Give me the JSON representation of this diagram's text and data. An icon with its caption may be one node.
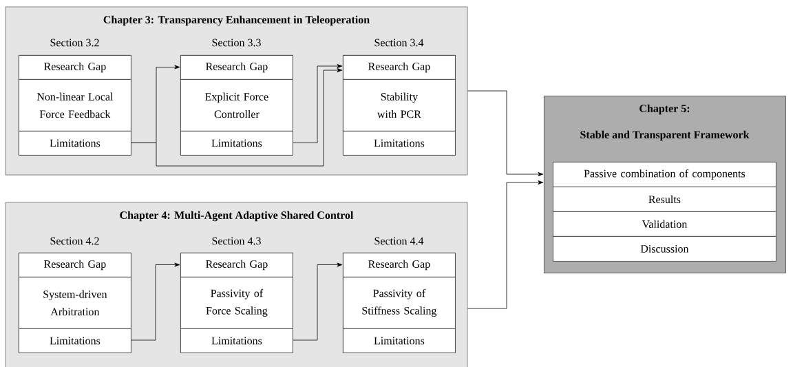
{
  "diagram": {
    "nodes": [
      {
        "text": [
          "Chapter 3: Transparency Enhancement in Teleoperation"
        ]
      },
      {
        "text": [
          "Section 3.2"
        ],
        "in": 0
      },
      {
        "text": [
          "Research Gap"
        ],
        "in": 1
      },
      {
        "text": [
          "Non-linear Local Force Feedback"
        ],
        "in": 1
      },
      {
        "text": [
          "Limitations"
        ],
        "in": 1
      },
      {
        "text": [
          "Section 3.3"
        ],
        "in": 0
      },
      {
        "text": [
          "Research Gap"
        ],
        "in": 5
      },
      {
        "text": [
          "Explicit Force Controller"
        ],
        "in": 5
      },
      {
        "text": [
          "Limitations"
        ],
        "in": 5
      },
      {
        "text": [
          "Section 3.4"
        ],
        "in": 0
      },
      {
        "text": [
          "Research Gap"
        ],
        "in": 9
      },
      {
        "text": [
          "Stability with PCR"
        ],
        "in": 9
      },
      {
        "text": [
          "Limitations"
        ],
        "in": 9
      },
      {
        "text": [
          "Chapter 4: Multi-Agent Adaptive Shared Control"
        ]
      },
      {
        "text": [
          "Section 4.2"
        ],
        "in": 13
      },
      {
        "text": [
          "Research Gap"
        ],
        "in": 14
      },
      {
        "text": [
          "System-driven Arbitration"
        ],
        "in": 14
      },
      {
        "text": [
          "Limitations"
        ],
        "in": 14
      },
      {
        "text": [
          "Section 4.3"
        ],
        "in": 13
      },
      {
        "text": [
          "Research Gap"
        ],
        "in": 18
      },
      {
        "text": [
          "Passivity of Force Scaling"
        ],
        "in": 18
      },
      {
        "text": [
          "Limitations"
        ],
        "in": 18
      },
      {
        "text": [
          "Section 4.4"
        ],
        "in": 13
      },
      {
        "text": [
          "Research Gap"
        ],
        "in": 22
      },
      {
        "text": [
          "Passivity of Stiffness Scaling"
        ],
        "in": 22
      },
      {
        "text": [
          "Limitations"
        ],
        "in": 22
      },
      {
        "text": [
          "Chapter 5:",
          "Stable and Transparent Framework"
        ]
      },
      {
        "text": [
          "Passive combination of components"
        ],
        "in": 26
      },
      {
        "text": [
          "Results"
        ],
        "in": 26
      },
      {
        "text": [
          "Validation"
        ],
        "in": 26
      },
      {
        "text": [
          "Discussion"
        ],
        "in": 26
      }
    ],
    "edges": [
      {
        "from": 4,
        "to": 6,
        "arrow": "to"
      },
      {
        "from": 4,
        "to": 10,
        "arrow": "to"
      },
      {
        "from": 8,
        "to": 10,
        "arrow": "to"
      },
      {
        "from": 0,
        "to": 26,
        "arrow": "to"
      },
      {
        "from": 13,
        "to": 26,
        "arrow": "to"
      },
      {
        "from": 17,
        "to": 19,
        "arrow": "to"
      },
      {
        "from": 21,
        "to": 23,
        "arrow": "to"
      }
    ]
  }
}
